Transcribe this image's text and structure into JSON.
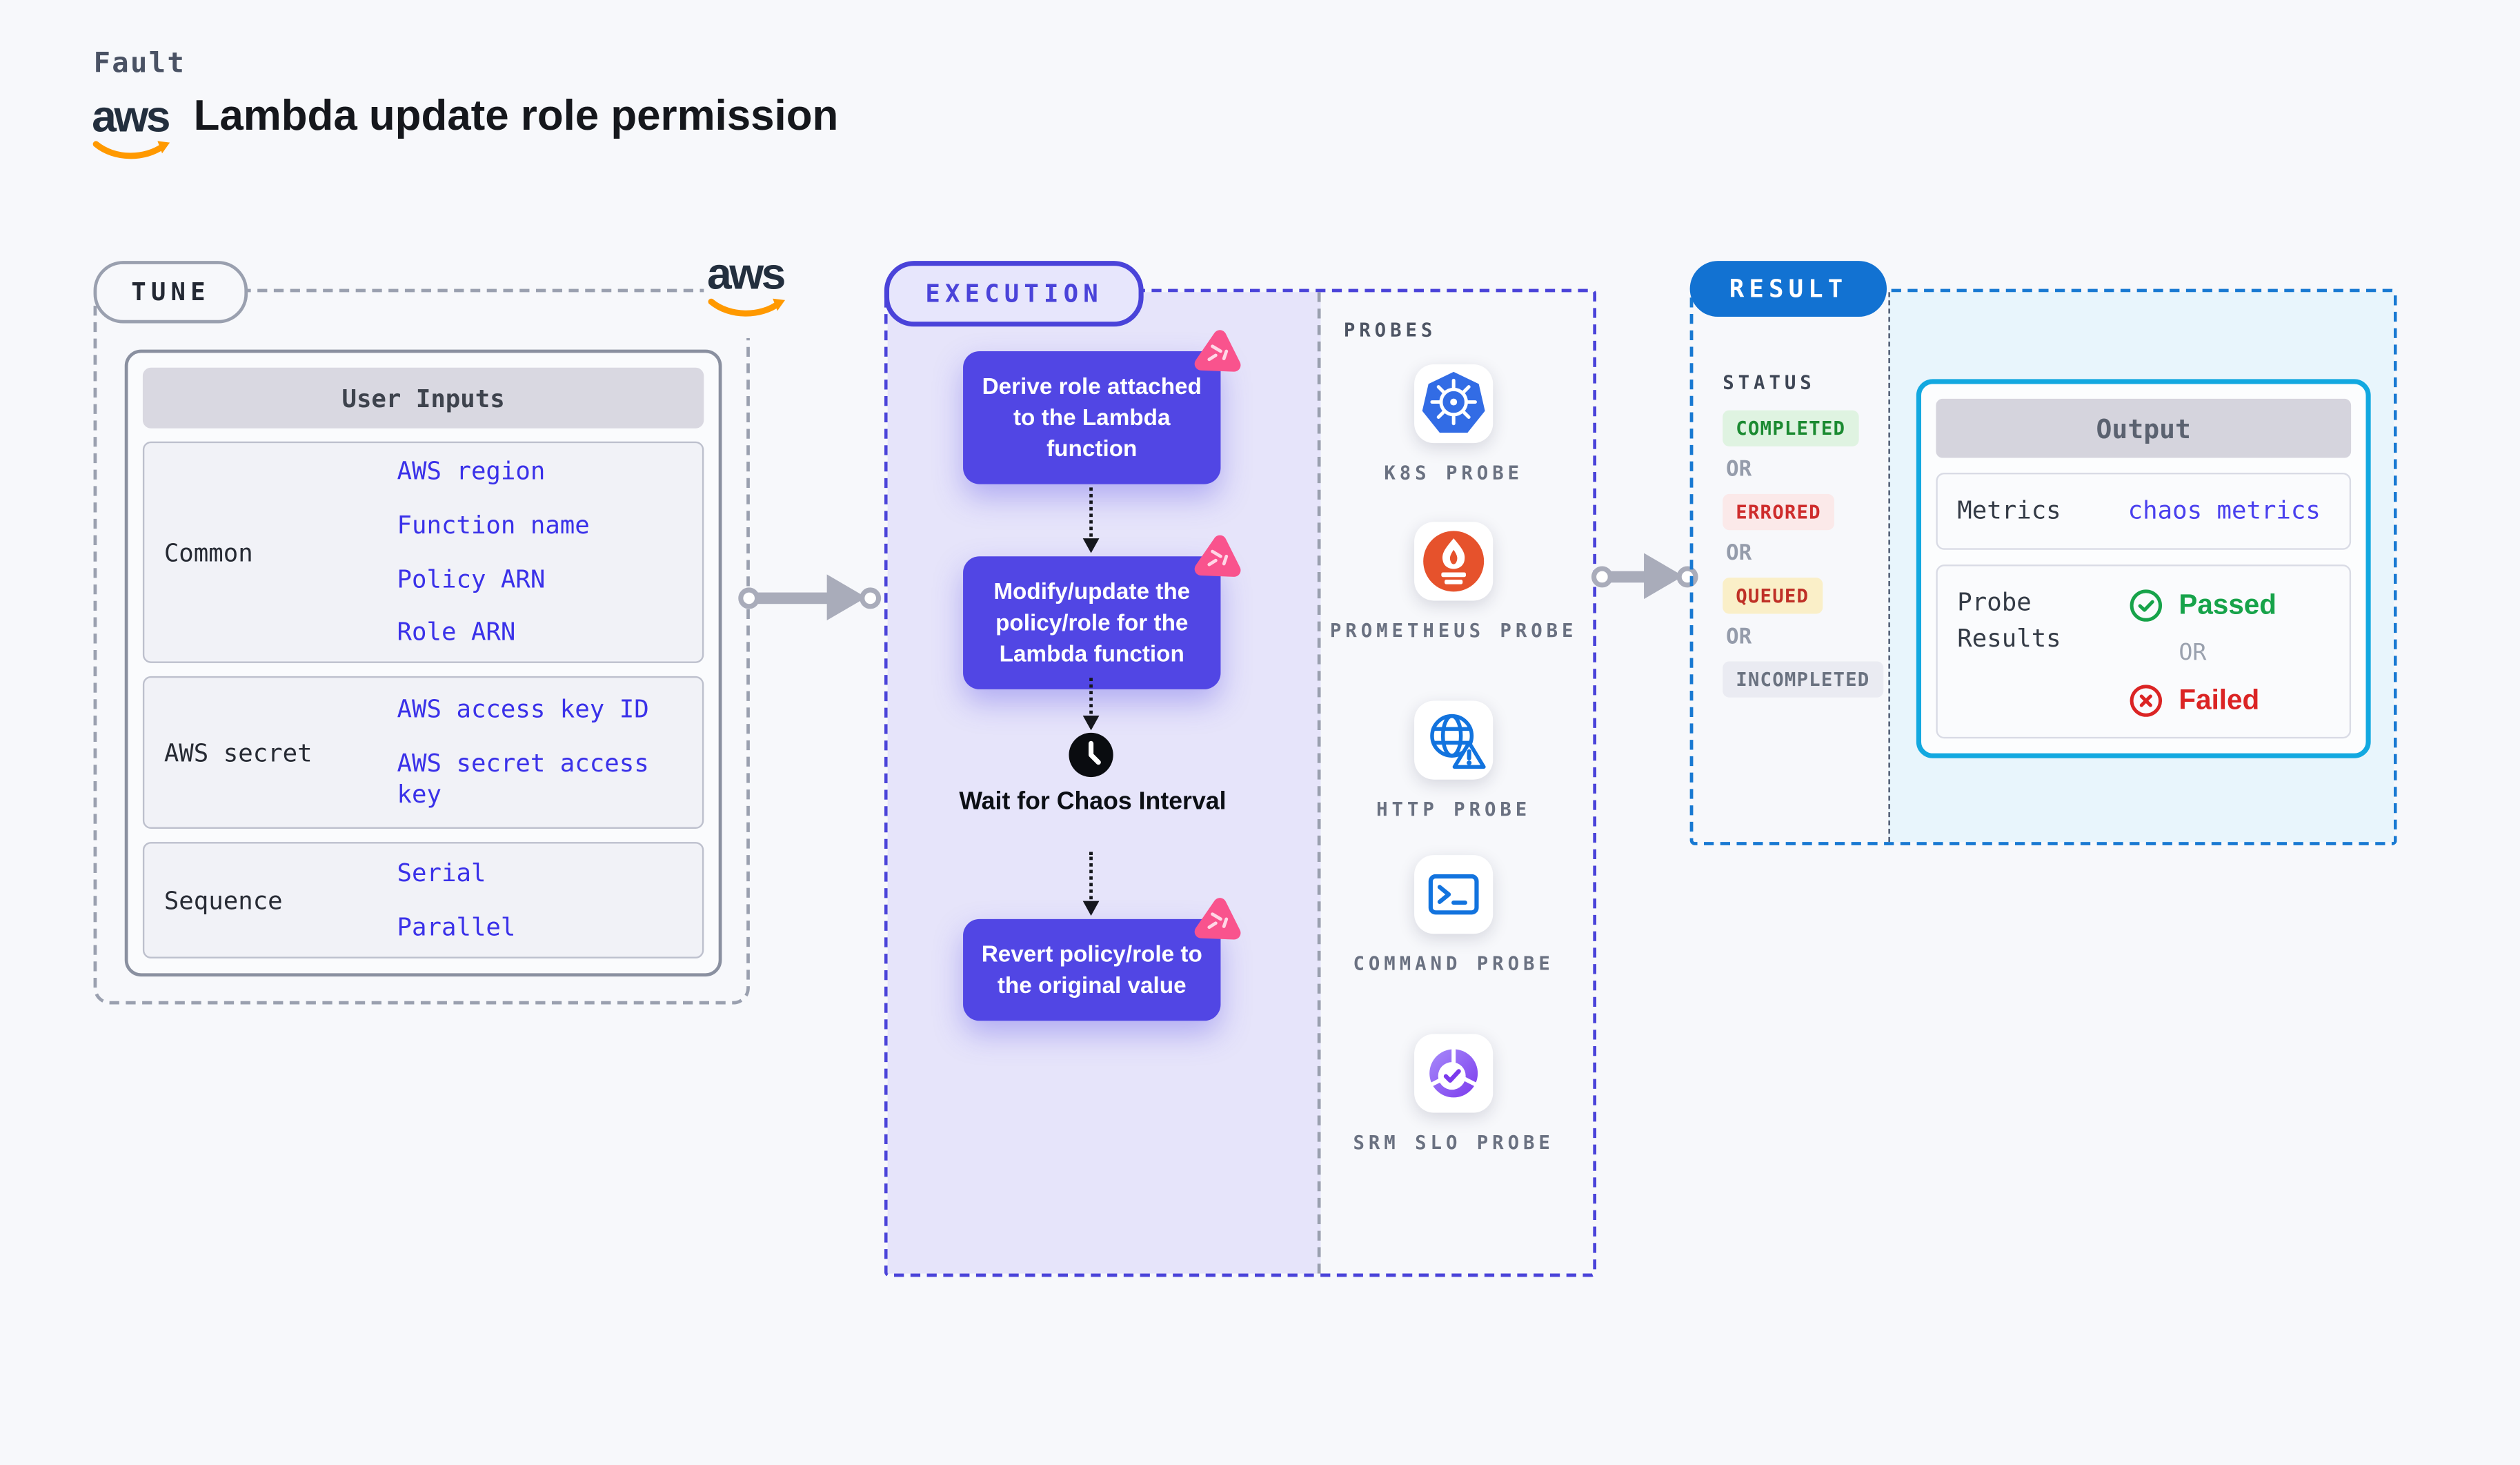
{
  "header": {
    "fault_eyebrow": "Fault",
    "title": "Lambda update role permission",
    "aws_logo_text": "aws"
  },
  "tune": {
    "label": "TUNE",
    "user_inputs": {
      "header": "User Inputs",
      "rows": [
        {
          "label": "Common",
          "values": [
            "AWS region",
            "Function name",
            "Policy ARN",
            "Role ARN"
          ]
        },
        {
          "label": "AWS secret",
          "values": [
            "AWS access key ID",
            "AWS secret access key"
          ]
        },
        {
          "label": "Sequence",
          "values": [
            "Serial",
            "Parallel"
          ]
        }
      ]
    }
  },
  "execution": {
    "label": "EXECUTION",
    "steps": [
      "Derive role attached to the Lambda function",
      "Modify/update the policy/role for the Lambda function",
      "Revert policy/role to the original value"
    ],
    "wait_label": "Wait for Chaos Interval",
    "probes": {
      "title": "PROBES",
      "items": [
        {
          "name": "K8S PROBE",
          "icon": "kubernetes-icon"
        },
        {
          "name": "PROMETHEUS PROBE",
          "icon": "prometheus-icon"
        },
        {
          "name": "HTTP PROBE",
          "icon": "http-globe-icon"
        },
        {
          "name": "COMMAND PROBE",
          "icon": "terminal-icon"
        },
        {
          "name": "SRM SLO PROBE",
          "icon": "slo-pie-check-icon"
        }
      ]
    }
  },
  "result": {
    "label": "RESULT",
    "status": {
      "title": "STATUS",
      "completed": "COMPLETED",
      "errored": "ERRORED",
      "queued": "QUEUED",
      "incompleted": "INCOMPLETED",
      "or": "OR"
    },
    "output": {
      "title": "Output",
      "metrics_label": "Metrics",
      "metrics_value": "chaos metrics",
      "probe_results_label": "Probe Results",
      "passed": "Passed",
      "or": "OR",
      "failed": "Failed"
    }
  },
  "colors": {
    "page_bg": "#F7F8FB",
    "indigo_accent": "#4A43D9",
    "step_purple": "#5146E4",
    "exec_panel_bg": "#E6E4FA",
    "link_blue": "#3A31E9",
    "result_blue": "#1272D2",
    "output_border_cyan": "#12A8E0",
    "cyan_panel_bg": "#E8F5FC",
    "chaos_pink": "#F9538D",
    "aws_orange": "#FF9900",
    "status_completed": "#1B8A31",
    "status_errored": "#CE2C2C",
    "status_queued": "#BF3026",
    "status_incompleted": "#6A7280",
    "passed_green": "#17A34A",
    "failed_red": "#DB2424"
  }
}
